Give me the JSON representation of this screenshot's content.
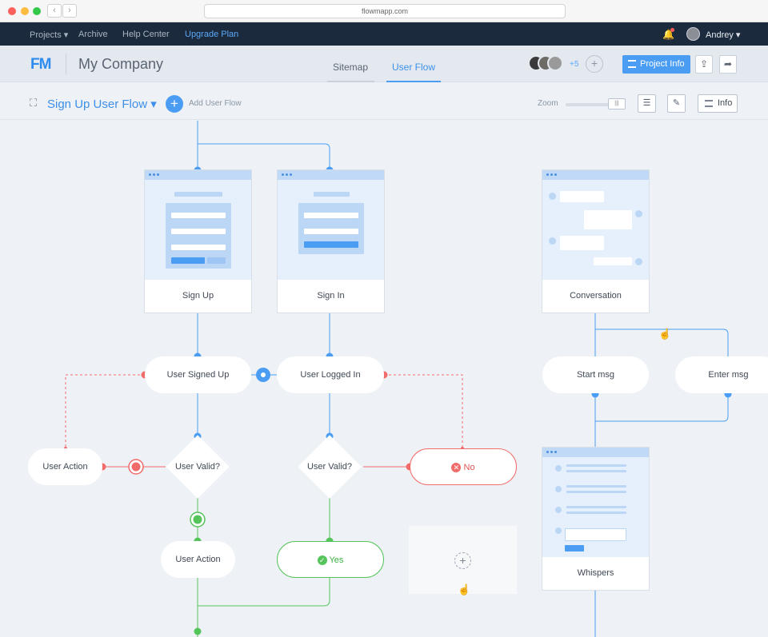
{
  "browser": {
    "url": "flowmapp.com"
  },
  "nav": {
    "projects": "Projects",
    "archive": "Archive",
    "help": "Help Center",
    "upgrade": "Upgrade Plan",
    "user": "Andrey"
  },
  "header": {
    "company": "My Company",
    "tabs": [
      "Sitemap",
      "User Flow"
    ],
    "active_tab": "User Flow",
    "members_more": "+5",
    "project_info": "Project Info"
  },
  "toolbar": {
    "flow_title": "Sign Up User Flow",
    "add_flow": "Add User Flow",
    "zoom": "Zoom",
    "info": "Info"
  },
  "flow": {
    "screens": {
      "signup": "Sign Up",
      "signin": "Sign In",
      "conversation": "Conversation",
      "whispers": "Whispers"
    },
    "events": {
      "signed_up": "User Signed Up",
      "logged_in": "User Logged In",
      "start_msg": "Start msg",
      "enter_msg": "Enter msg",
      "user_action_left": "User Action",
      "user_action_bottom": "User Action",
      "yes": "Yes",
      "no": "No"
    },
    "conditions": {
      "valid_left": "User Valid?",
      "valid_right": "User Valid?"
    }
  },
  "colors": {
    "accent": "#4a9df3",
    "nav_bg": "#1c2a3e",
    "error": "#f26b6b",
    "success": "#55c45b"
  }
}
